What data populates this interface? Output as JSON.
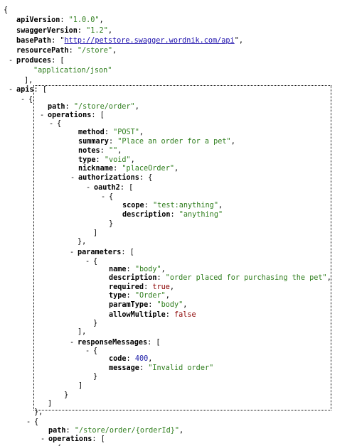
{
  "toggle_glyph": "-",
  "json_view": {
    "lines": [
      {
        "parts": [
          {
            "t": "p",
            "v": "{"
          }
        ]
      },
      {
        "parts": [
          {
            "t": "k",
            "v": "apiVersion"
          },
          {
            "t": "p",
            "v": ": "
          },
          {
            "t": "s",
            "v": "\"1.0.0\""
          },
          {
            "t": "p",
            "v": ","
          }
        ]
      },
      {
        "parts": [
          {
            "t": "k",
            "v": "swaggerVersion"
          },
          {
            "t": "p",
            "v": ": "
          },
          {
            "t": "s",
            "v": "\"1.2\""
          },
          {
            "t": "p",
            "v": ","
          }
        ]
      },
      {
        "parts": [
          {
            "t": "k",
            "v": "basePath"
          },
          {
            "t": "p",
            "v": ": \""
          },
          {
            "t": "u",
            "v": "http://petstore.swagger.wordnik.com/api"
          },
          {
            "t": "p",
            "v": "\","
          }
        ]
      },
      {
        "parts": [
          {
            "t": "k",
            "v": "resourcePath"
          },
          {
            "t": "p",
            "v": ": "
          },
          {
            "t": "s",
            "v": "\"/store\""
          },
          {
            "t": "p",
            "v": ","
          }
        ]
      },
      {
        "toggle": true,
        "parts": [
          {
            "t": "k",
            "v": "produces"
          },
          {
            "t": "p",
            "v": ": ["
          }
        ]
      },
      {
        "parts": [
          {
            "t": "s",
            "v": "\"application/json\""
          }
        ]
      },
      {
        "parts": [
          {
            "t": "p",
            "v": "],"
          }
        ]
      },
      {
        "toggle": true,
        "parts": [
          {
            "t": "k",
            "v": "apis"
          },
          {
            "t": "p",
            "v": ": ["
          }
        ]
      },
      {
        "toggle": true,
        "parts": [
          {
            "t": "p",
            "v": "{"
          }
        ]
      },
      {
        "parts": [
          {
            "t": "k",
            "v": "path"
          },
          {
            "t": "p",
            "v": ": "
          },
          {
            "t": "s",
            "v": "\"/store/order\""
          },
          {
            "t": "p",
            "v": ","
          }
        ]
      },
      {
        "toggle": true,
        "parts": [
          {
            "t": "k",
            "v": "operations"
          },
          {
            "t": "p",
            "v": ": ["
          }
        ]
      },
      {
        "toggle": true,
        "parts": [
          {
            "t": "p",
            "v": "{"
          }
        ]
      },
      {
        "parts": [
          {
            "t": "k",
            "v": "method"
          },
          {
            "t": "p",
            "v": ": "
          },
          {
            "t": "s",
            "v": "\"POST\""
          },
          {
            "t": "p",
            "v": ","
          }
        ]
      },
      {
        "parts": [
          {
            "t": "k",
            "v": "summary"
          },
          {
            "t": "p",
            "v": ": "
          },
          {
            "t": "s",
            "v": "\"Place an order for a pet\""
          },
          {
            "t": "p",
            "v": ","
          }
        ]
      },
      {
        "parts": [
          {
            "t": "k",
            "v": "notes"
          },
          {
            "t": "p",
            "v": ": "
          },
          {
            "t": "s",
            "v": "\"\""
          },
          {
            "t": "p",
            "v": ","
          }
        ]
      },
      {
        "parts": [
          {
            "t": "k",
            "v": "type"
          },
          {
            "t": "p",
            "v": ": "
          },
          {
            "t": "s",
            "v": "\"void\""
          },
          {
            "t": "p",
            "v": ","
          }
        ]
      },
      {
        "parts": [
          {
            "t": "k",
            "v": "nickname"
          },
          {
            "t": "p",
            "v": ": "
          },
          {
            "t": "s",
            "v": "\"placeOrder\""
          },
          {
            "t": "p",
            "v": ","
          }
        ]
      },
      {
        "toggle": true,
        "parts": [
          {
            "t": "k",
            "v": "authorizations"
          },
          {
            "t": "p",
            "v": ": {"
          }
        ]
      },
      {
        "toggle": true,
        "parts": [
          {
            "t": "k",
            "v": "oauth2"
          },
          {
            "t": "p",
            "v": ": ["
          }
        ]
      },
      {
        "toggle": true,
        "parts": [
          {
            "t": "p",
            "v": "{"
          }
        ]
      },
      {
        "parts": [
          {
            "t": "k",
            "v": "scope"
          },
          {
            "t": "p",
            "v": ": "
          },
          {
            "t": "s",
            "v": "\"test:anything\""
          },
          {
            "t": "p",
            "v": ","
          }
        ]
      },
      {
        "parts": [
          {
            "t": "k",
            "v": "description"
          },
          {
            "t": "p",
            "v": ": "
          },
          {
            "t": "s",
            "v": "\"anything\""
          }
        ]
      },
      {
        "parts": [
          {
            "t": "p",
            "v": "}"
          }
        ]
      },
      {
        "parts": [
          {
            "t": "p",
            "v": "]"
          }
        ]
      },
      {
        "parts": [
          {
            "t": "p",
            "v": "},"
          }
        ]
      },
      {
        "toggle": true,
        "parts": [
          {
            "t": "k",
            "v": "parameters"
          },
          {
            "t": "p",
            "v": ": ["
          }
        ]
      },
      {
        "toggle": true,
        "parts": [
          {
            "t": "p",
            "v": "{"
          }
        ]
      },
      {
        "parts": [
          {
            "t": "k",
            "v": "name"
          },
          {
            "t": "p",
            "v": ": "
          },
          {
            "t": "s",
            "v": "\"body\""
          },
          {
            "t": "p",
            "v": ","
          }
        ]
      },
      {
        "parts": [
          {
            "t": "k",
            "v": "description"
          },
          {
            "t": "p",
            "v": ": "
          },
          {
            "t": "s",
            "v": "\"order placed for purchasing the pet\""
          },
          {
            "t": "p",
            "v": ","
          }
        ]
      },
      {
        "parts": [
          {
            "t": "k",
            "v": "required"
          },
          {
            "t": "p",
            "v": ": "
          },
          {
            "t": "b",
            "v": "true"
          },
          {
            "t": "p",
            "v": ","
          }
        ]
      },
      {
        "parts": [
          {
            "t": "k",
            "v": "type"
          },
          {
            "t": "p",
            "v": ": "
          },
          {
            "t": "s",
            "v": "\"Order\""
          },
          {
            "t": "p",
            "v": ","
          }
        ]
      },
      {
        "parts": [
          {
            "t": "k",
            "v": "paramType"
          },
          {
            "t": "p",
            "v": ": "
          },
          {
            "t": "s",
            "v": "\"body\""
          },
          {
            "t": "p",
            "v": ","
          }
        ]
      },
      {
        "parts": [
          {
            "t": "k",
            "v": "allowMultiple"
          },
          {
            "t": "p",
            "v": ": "
          },
          {
            "t": "b",
            "v": "false"
          }
        ]
      },
      {
        "parts": [
          {
            "t": "p",
            "v": "}"
          }
        ]
      },
      {
        "parts": [
          {
            "t": "p",
            "v": "],"
          }
        ]
      },
      {
        "toggle": true,
        "parts": [
          {
            "t": "k",
            "v": "responseMessages"
          },
          {
            "t": "p",
            "v": ": ["
          }
        ]
      },
      {
        "toggle": true,
        "parts": [
          {
            "t": "p",
            "v": "{"
          }
        ]
      },
      {
        "parts": [
          {
            "t": "k",
            "v": "code"
          },
          {
            "t": "p",
            "v": ": "
          },
          {
            "t": "n",
            "v": "400"
          },
          {
            "t": "p",
            "v": ","
          }
        ]
      },
      {
        "parts": [
          {
            "t": "k",
            "v": "message"
          },
          {
            "t": "p",
            "v": ": "
          },
          {
            "t": "s",
            "v": "\"Invalid order\""
          }
        ]
      },
      {
        "parts": [
          {
            "t": "p",
            "v": "}"
          }
        ]
      },
      {
        "parts": [
          {
            "t": "p",
            "v": "]"
          }
        ]
      },
      {
        "parts": [
          {
            "t": "p",
            "v": "}"
          }
        ]
      },
      {
        "parts": [
          {
            "t": "p",
            "v": "]"
          }
        ]
      },
      {
        "parts": [
          {
            "t": "p",
            "v": "},"
          }
        ]
      },
      {
        "toggle": true,
        "parts": [
          {
            "t": "p",
            "v": "{"
          }
        ]
      },
      {
        "parts": [
          {
            "t": "k",
            "v": "path"
          },
          {
            "t": "p",
            "v": ": "
          },
          {
            "t": "s",
            "v": "\"/store/order/{orderId}\""
          },
          {
            "t": "p",
            "v": ","
          }
        ]
      },
      {
        "toggle": true,
        "parts": [
          {
            "t": "k",
            "v": "operations"
          },
          {
            "t": "p",
            "v": ": ["
          }
        ]
      },
      {
        "toggle": true,
        "parts": [
          {
            "t": "p",
            "v": "{"
          }
        ]
      }
    ]
  }
}
